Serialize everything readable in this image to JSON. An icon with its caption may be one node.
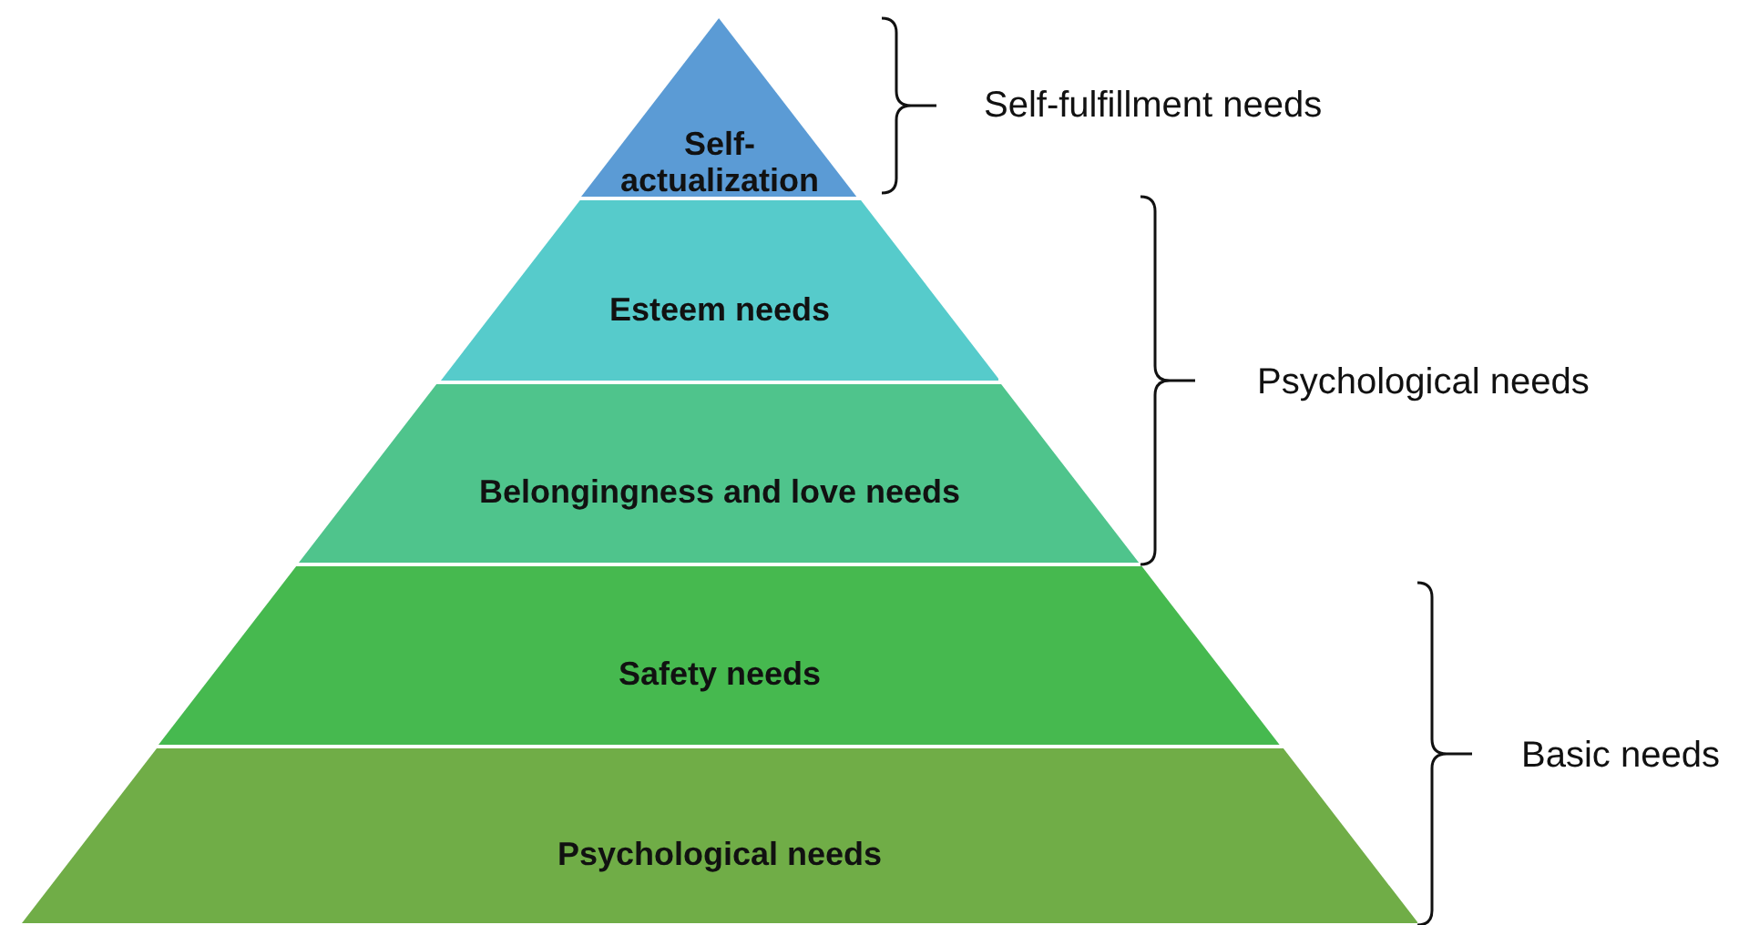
{
  "diagram": {
    "nodes": [
      {
        "text": [
          "Self-actualization"
        ]
      },
      {
        "text": [
          "Esteem needs"
        ]
      },
      {
        "text": [
          "Belongingness and love needs"
        ]
      },
      {
        "text": [
          "Safety needs"
        ]
      },
      {
        "text": [
          "Psychological needs"
        ]
      }
    ],
    "labels": [
      "Self-fulfillment needs",
      "Psychological needs",
      "Basic needs"
    ]
  }
}
